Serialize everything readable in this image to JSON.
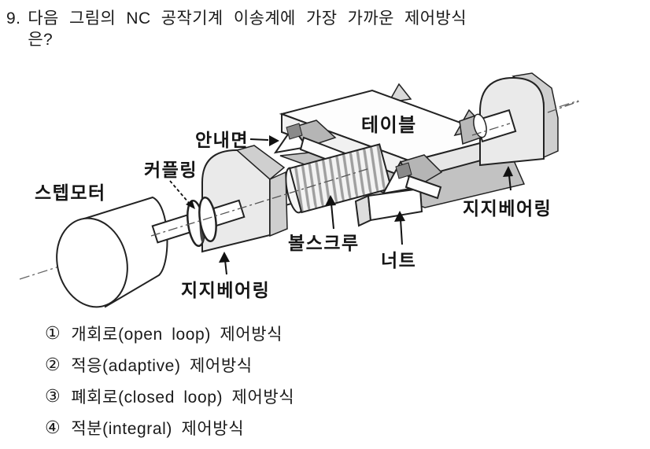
{
  "question": {
    "number": "9.",
    "line1": "다음 그림의 NC 공작기계 이송계에 가장 가까운 제어방식",
    "line2": "은?"
  },
  "diagram": {
    "labels": {
      "step_motor": "스텝모터",
      "coupling": "커플링",
      "guide_surface": "안내면",
      "table": "테이블",
      "ball_screw": "볼스크루",
      "nut": "너트",
      "support_bearing_left": "지지베어링",
      "support_bearing_right": "지지베어링"
    }
  },
  "options": [
    {
      "marker": "①",
      "text": "개회로(open loop) 제어방식"
    },
    {
      "marker": "②",
      "text": "적응(adaptive) 제어방식"
    },
    {
      "marker": "③",
      "text": "폐회로(closed loop) 제어방식"
    },
    {
      "marker": "④",
      "text": "적분(integral) 제어방식"
    }
  ],
  "colors": {
    "ink": "#1a1a1a",
    "paper": "#ffffff"
  }
}
